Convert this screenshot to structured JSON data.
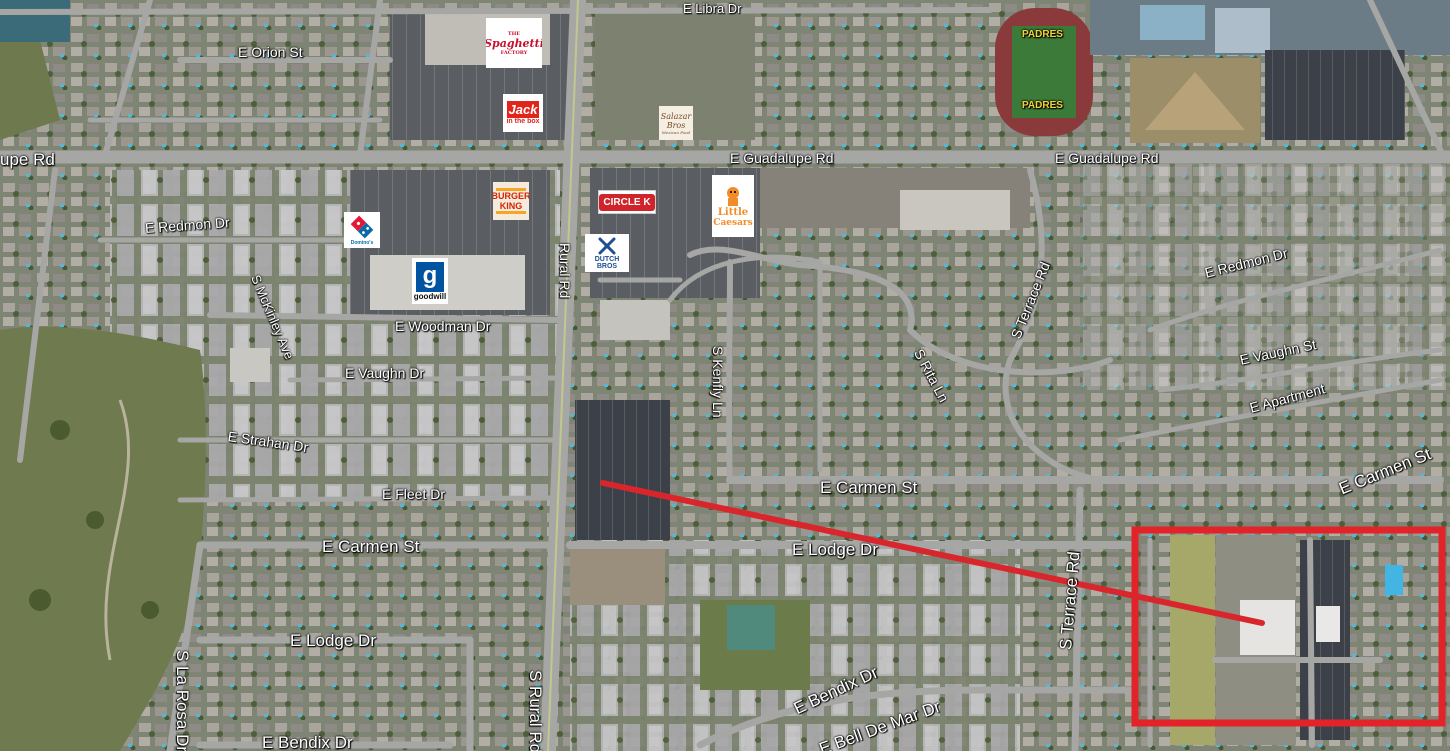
{
  "map": {
    "streets": {
      "guadalupe_left": "upe Rd",
      "guadalupe_center": "E Guadalupe Rd",
      "guadalupe_right": "E Guadalupe Rd",
      "libra": "E Libra Dr",
      "orion": "E Orion St",
      "redmon_left": "E Redmon Dr",
      "redmon_right": "E Redmon Dr",
      "mckinley": "S McKinley Ave",
      "woodman": "E Woodman Dr",
      "vaughn_left": "E Vaughn Dr",
      "vaughn_right": "E Vaughn St",
      "strahan": "E Strahan Dr",
      "fleet": "E Fleet Dr",
      "carmen_left": "E Carmen St",
      "carmen_center": "E Carmen St",
      "carmen_right": "E Carmen St",
      "lodge_left": "E Lodge Dr",
      "lodge_center": "E Lodge Dr",
      "bendix_left": "E Bendix Dr",
      "bendix_right": "E Bendix Dr",
      "bell_de_mar": "E Bell De Mar Dr",
      "rural_upper": "Rural Rd",
      "rural_lower": "S Rural Rd",
      "la_rosa": "S La Rosa Dr",
      "terrace_upper": "S Terrace Rd",
      "terrace_lower": "S Terrace Rd",
      "rita": "S Rita Ln",
      "kenfly": "S Kenfly Ln",
      "apartment": "E Apartment",
      "stadium_padres_top": "PADRES",
      "stadium_padres_bottom": "PADRES"
    },
    "logos": {
      "spaghetti_small": "THE",
      "spaghetti_main": "Spaghetti",
      "spaghetti_sub": "FACTORY",
      "jack_main": "Jack",
      "jack_sub": "in the box",
      "salazar_1": "Salazar",
      "salazar_2": "Bros",
      "salazar_3": "Mexican Food",
      "burger_1": "BURGER",
      "burger_2": "KING",
      "circle_k": "CIRCLE K",
      "little_1": "Little",
      "little_2": "Caesars",
      "dominos": "Domino's",
      "dutch": "DUTCH BROS",
      "goodwill_mark": "g",
      "goodwill": "goodwill"
    },
    "colors": {
      "highlight": "#e2232a",
      "pointer": "#d9262c",
      "dominos_blue": "#0b6aa8",
      "burger_orange": "#e76f1e",
      "circle_red": "#d1232a",
      "dutch_blue": "#1d4f91"
    }
  }
}
